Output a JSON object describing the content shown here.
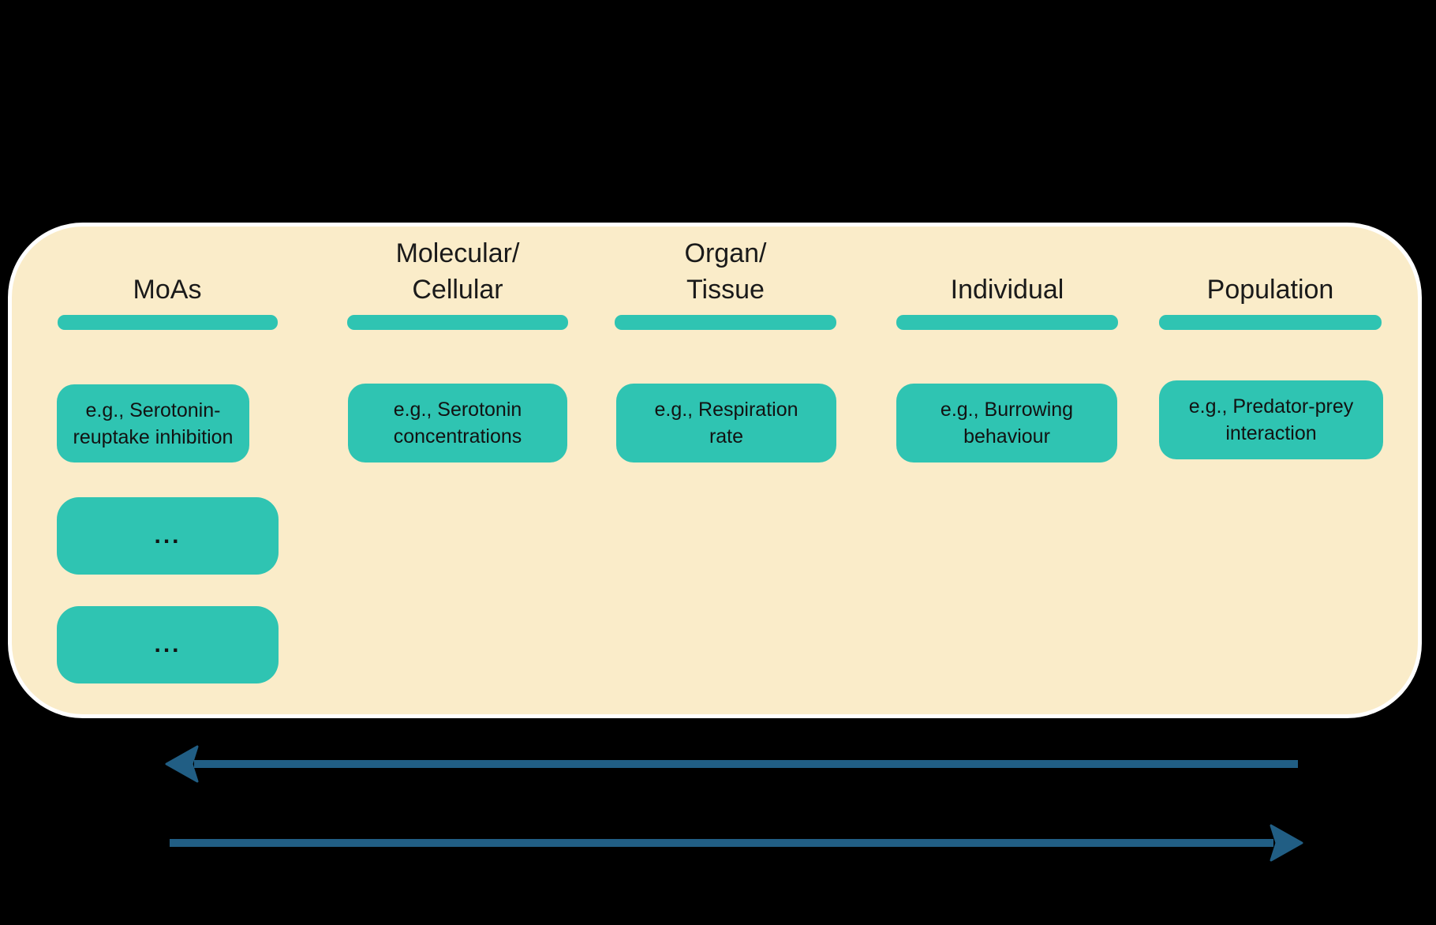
{
  "diagram": {
    "columns": [
      {
        "header_lines": [
          "MoAs",
          ""
        ],
        "box": {
          "lines": [
            "e.g., Serotonin-",
            "reuptake inhibition"
          ]
        },
        "extra_boxes": [
          "...",
          "..."
        ]
      },
      {
        "header_lines": [
          "Molecular/",
          "Cellular"
        ],
        "box": {
          "lines": [
            "e.g., Serotonin",
            "concentrations"
          ]
        }
      },
      {
        "header_lines": [
          "Organ/",
          "Tissue"
        ],
        "box": {
          "lines": [
            "e.g., Respiration",
            "rate"
          ]
        }
      },
      {
        "header_lines": [
          "Individual",
          ""
        ],
        "box": {
          "lines": [
            "e.g., Burrowing",
            "behaviour"
          ]
        }
      },
      {
        "header_lines": [
          "Population",
          ""
        ],
        "box": {
          "lines": [
            "e.g., Predator-prey",
            "interaction"
          ]
        }
      }
    ],
    "arrows": [
      {
        "direction": "left"
      },
      {
        "direction": "right"
      }
    ],
    "colors": {
      "background": "#000000",
      "panel_fill": "#FAECC9",
      "panel_border": "#FFFFFF",
      "teal": "#2FC4B2",
      "text": "#1A1A1A",
      "arrow": "#215E84"
    }
  }
}
